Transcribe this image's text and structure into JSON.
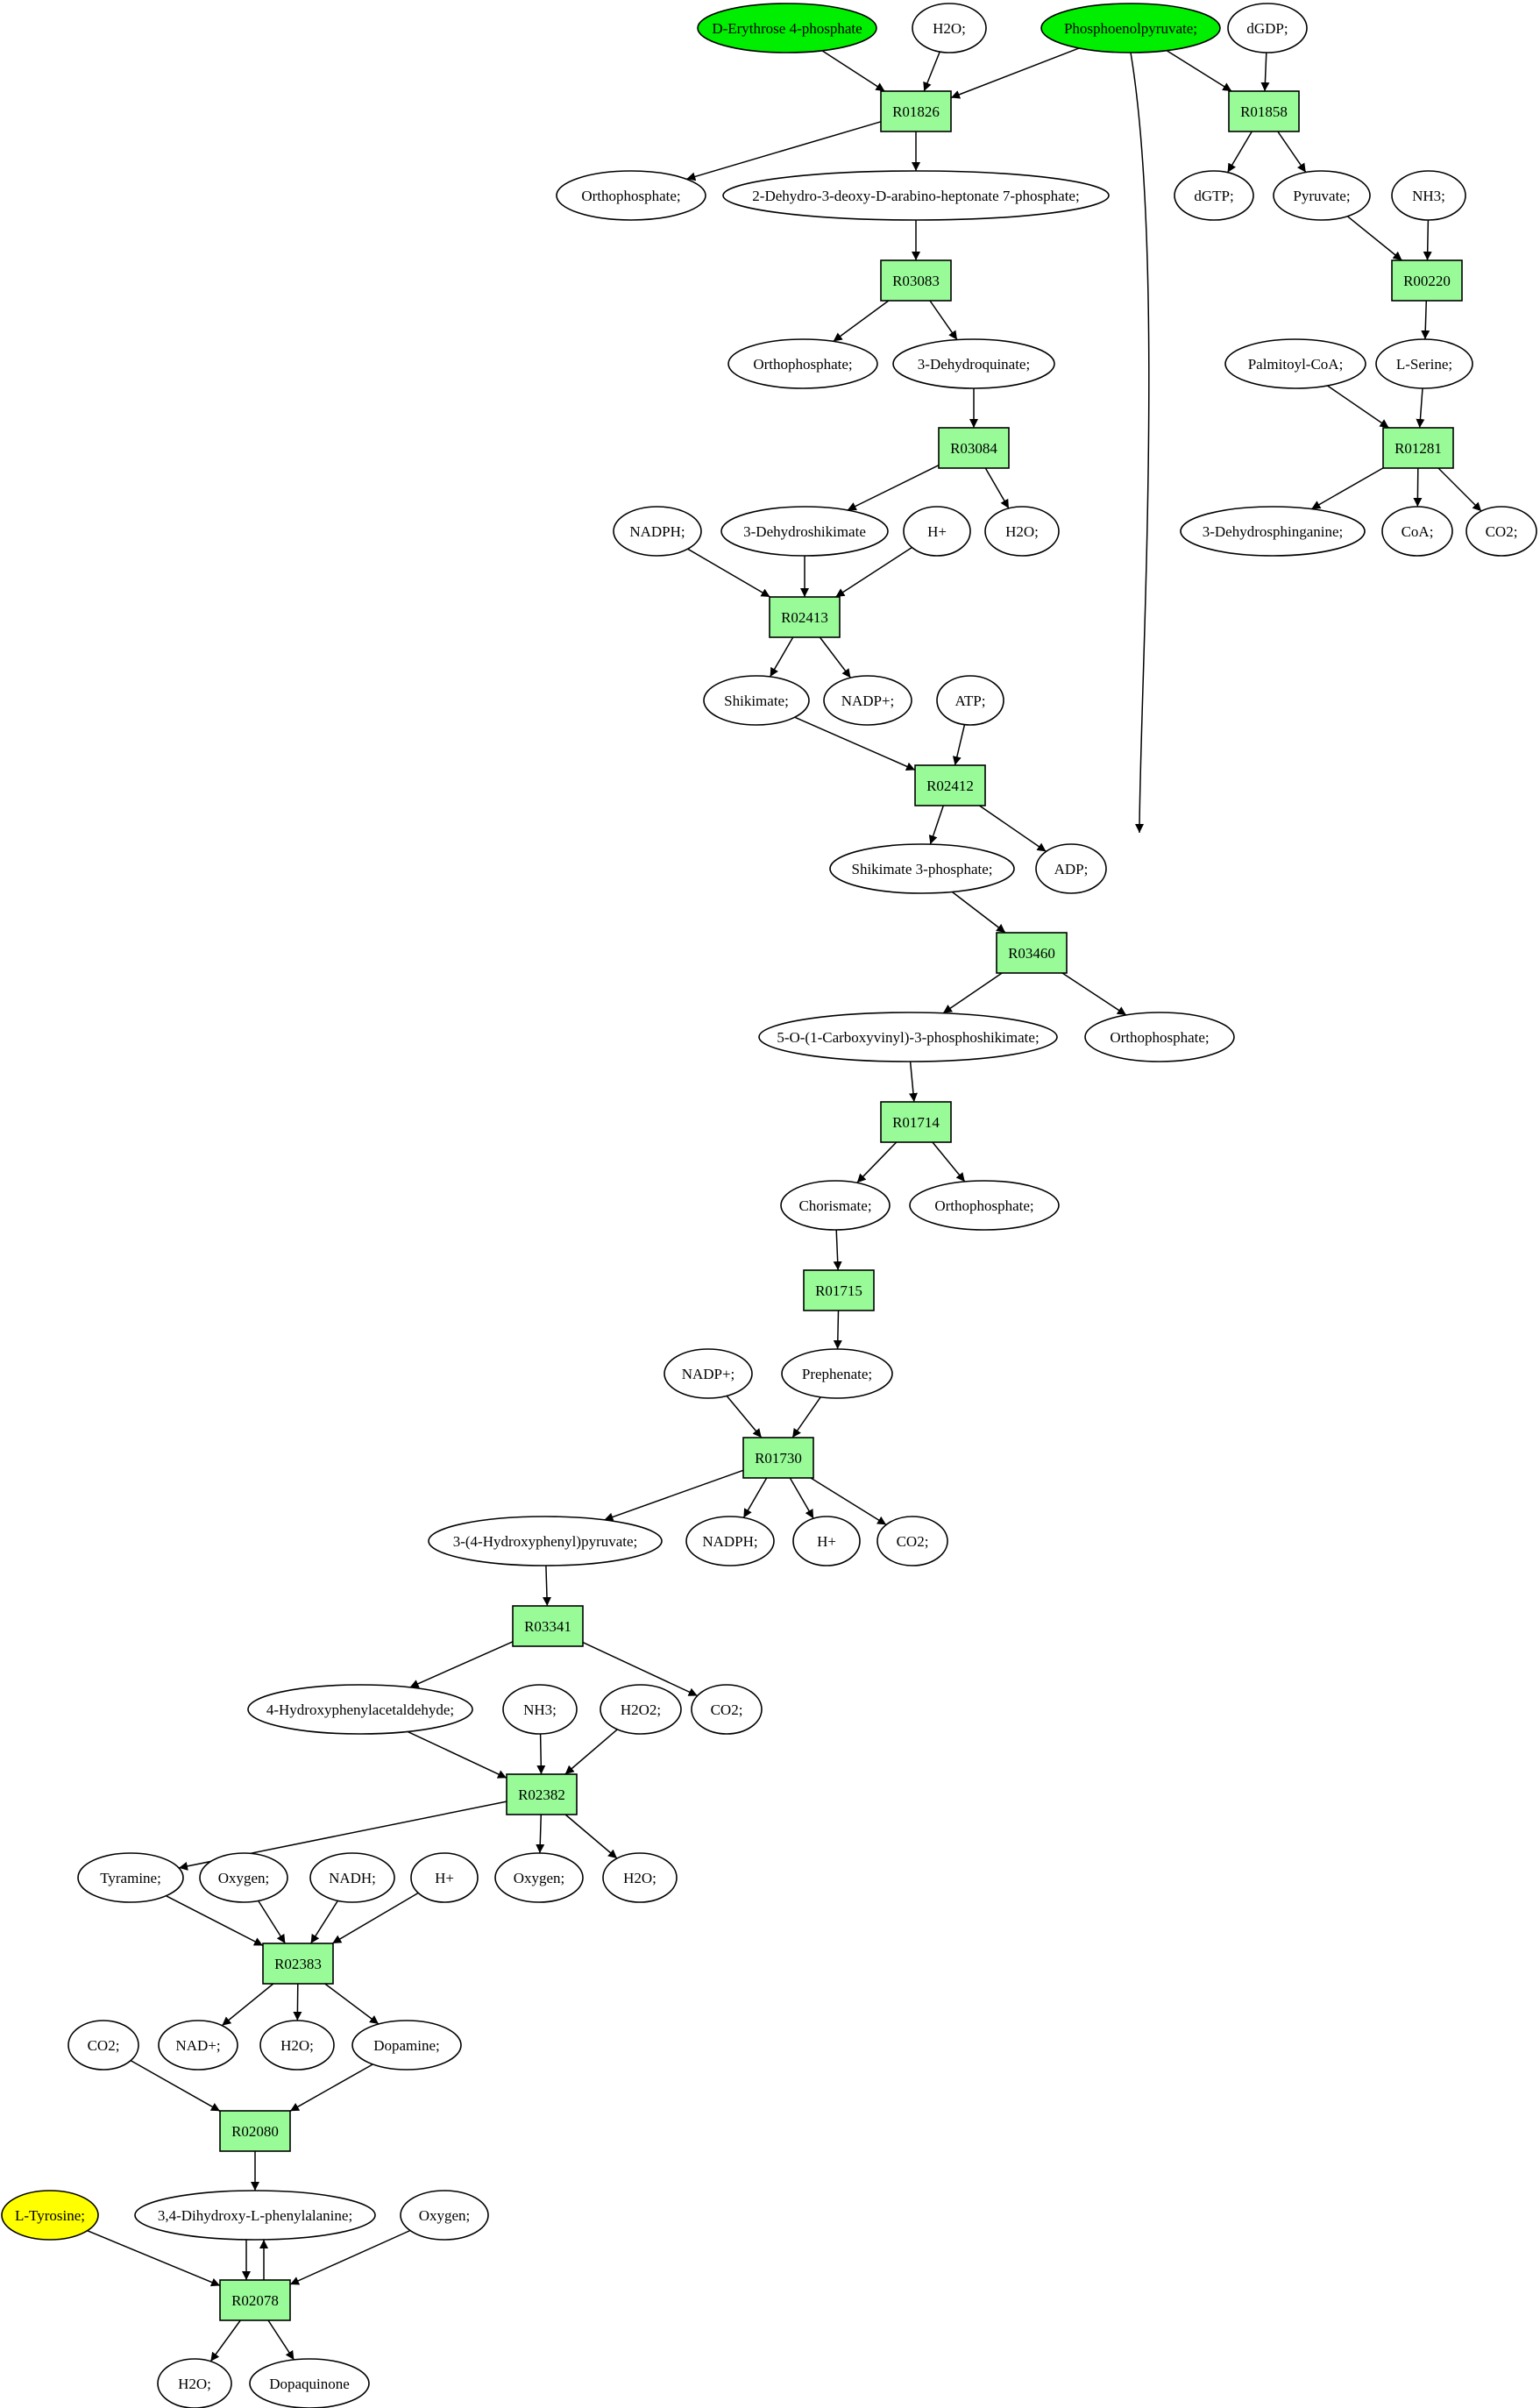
{
  "colors": {
    "reaction_fill": "#98fb98",
    "start_compound_fill": "#00ee00",
    "target_compound_fill": "#ffff00",
    "compound_fill": "#ffffff",
    "stroke": "#000000"
  },
  "reactions": [
    {
      "id": "r01826",
      "label": "R01826"
    },
    {
      "id": "r01858",
      "label": "R01858"
    },
    {
      "id": "r03083",
      "label": "R03083"
    },
    {
      "id": "r00220",
      "label": "R00220"
    },
    {
      "id": "r03084",
      "label": "R03084"
    },
    {
      "id": "r01281",
      "label": "R01281"
    },
    {
      "id": "r02413",
      "label": "R02413"
    },
    {
      "id": "r02412",
      "label": "R02412"
    },
    {
      "id": "r03460",
      "label": "R03460"
    },
    {
      "id": "r01714",
      "label": "R01714"
    },
    {
      "id": "r01715",
      "label": "R01715"
    },
    {
      "id": "r01730",
      "label": "R01730"
    },
    {
      "id": "r03341",
      "label": "R03341"
    },
    {
      "id": "r02382",
      "label": "R02382"
    },
    {
      "id": "r02383",
      "label": "R02383"
    },
    {
      "id": "r02080",
      "label": "R02080"
    },
    {
      "id": "r02078",
      "label": "R02078"
    }
  ],
  "compounds": [
    {
      "id": "e4p",
      "label": "D-Erythrose 4-phosphate",
      "highlight": "start"
    },
    {
      "id": "h2o_1",
      "label": "H2O;"
    },
    {
      "id": "pep",
      "label": "Phosphoenolpyruvate;",
      "highlight": "start"
    },
    {
      "id": "dgdp",
      "label": "dGDP;"
    },
    {
      "id": "pi_1",
      "label": "Orthophosphate;"
    },
    {
      "id": "dahp",
      "label": "2-Dehydro-3-deoxy-D-arabino-heptonate 7-phosphate;"
    },
    {
      "id": "dgtp",
      "label": "dGTP;"
    },
    {
      "id": "pyruvate",
      "label": "Pyruvate;"
    },
    {
      "id": "nh3_1",
      "label": "NH3;"
    },
    {
      "id": "pi_2",
      "label": "Orthophosphate;"
    },
    {
      "id": "dhq",
      "label": "3-Dehydroquinate;"
    },
    {
      "id": "palmitoyl",
      "label": "Palmitoyl-CoA;"
    },
    {
      "id": "serine",
      "label": "L-Serine;"
    },
    {
      "id": "nadph_1",
      "label": "NADPH;"
    },
    {
      "id": "dhs",
      "label": "3-Dehydroshikimate"
    },
    {
      "id": "hplus_1",
      "label": "H+"
    },
    {
      "id": "h2o_2",
      "label": "H2O;"
    },
    {
      "id": "dhsph",
      "label": "3-Dehydrosphinganine;"
    },
    {
      "id": "coa",
      "label": "CoA;"
    },
    {
      "id": "co2_1",
      "label": "CO2;"
    },
    {
      "id": "shikimate",
      "label": "Shikimate;"
    },
    {
      "id": "nadp_1",
      "label": "NADP+;"
    },
    {
      "id": "atp",
      "label": "ATP;"
    },
    {
      "id": "s3p",
      "label": "Shikimate 3-phosphate;"
    },
    {
      "id": "adp",
      "label": "ADP;"
    },
    {
      "id": "epsp",
      "label": "5-O-(1-Carboxyvinyl)-3-phosphoshikimate;"
    },
    {
      "id": "pi_3",
      "label": "Orthophosphate;"
    },
    {
      "id": "chorismate",
      "label": "Chorismate;"
    },
    {
      "id": "pi_4",
      "label": "Orthophosphate;"
    },
    {
      "id": "nadp_2",
      "label": "NADP+;"
    },
    {
      "id": "prephenate",
      "label": "Prephenate;"
    },
    {
      "id": "hpp",
      "label": "3-(4-Hydroxyphenyl)pyruvate;"
    },
    {
      "id": "nadph_2",
      "label": "NADPH;"
    },
    {
      "id": "hplus_2",
      "label": "H+"
    },
    {
      "id": "co2_2",
      "label": "CO2;"
    },
    {
      "id": "hpaa",
      "label": "4-Hydroxyphenylacetaldehyde;"
    },
    {
      "id": "nh3_2",
      "label": "NH3;"
    },
    {
      "id": "h2o2",
      "label": "H2O2;"
    },
    {
      "id": "co2_3",
      "label": "CO2;"
    },
    {
      "id": "tyramine",
      "label": "Tyramine;"
    },
    {
      "id": "oxygen_1",
      "label": "Oxygen;"
    },
    {
      "id": "nadh",
      "label": "NADH;"
    },
    {
      "id": "hplus_3",
      "label": "H+"
    },
    {
      "id": "oxygen_2",
      "label": "Oxygen;"
    },
    {
      "id": "h2o_3",
      "label": "H2O;"
    },
    {
      "id": "co2_4",
      "label": "CO2;"
    },
    {
      "id": "nad",
      "label": "NAD+;"
    },
    {
      "id": "h2o_4",
      "label": "H2O;"
    },
    {
      "id": "dopamine",
      "label": "Dopamine;"
    },
    {
      "id": "tyrosine",
      "label": "L-Tyrosine;",
      "highlight": "target"
    },
    {
      "id": "dopa",
      "label": "3,4-Dihydroxy-L-phenylalanine;"
    },
    {
      "id": "oxygen_3",
      "label": "Oxygen;"
    },
    {
      "id": "h2o_5",
      "label": "H2O;"
    },
    {
      "id": "dopaquinone",
      "label": "Dopaquinone"
    }
  ],
  "edges": [
    [
      "e4p",
      "r01826"
    ],
    [
      "h2o_1",
      "r01826"
    ],
    [
      "pep",
      "r01826"
    ],
    [
      "r01826",
      "pi_1"
    ],
    [
      "r01826",
      "dahp"
    ],
    [
      "pep",
      "r01858"
    ],
    [
      "dgdp",
      "r01858"
    ],
    [
      "r01858",
      "dgtp"
    ],
    [
      "r01858",
      "pyruvate"
    ],
    [
      "pyruvate",
      "r00220"
    ],
    [
      "nh3_1",
      "r00220"
    ],
    [
      "r00220",
      "serine"
    ],
    [
      "palmitoyl",
      "r01281"
    ],
    [
      "serine",
      "r01281"
    ],
    [
      "r01281",
      "dhsph"
    ],
    [
      "r01281",
      "coa"
    ],
    [
      "r01281",
      "co2_1"
    ],
    [
      "dahp",
      "r03083"
    ],
    [
      "r03083",
      "pi_2"
    ],
    [
      "r03083",
      "dhq"
    ],
    [
      "dhq",
      "r03084"
    ],
    [
      "r03084",
      "dhs"
    ],
    [
      "r03084",
      "h2o_2"
    ],
    [
      "nadph_1",
      "r02413"
    ],
    [
      "dhs",
      "r02413"
    ],
    [
      "hplus_1",
      "r02413"
    ],
    [
      "r02413",
      "shikimate"
    ],
    [
      "r02413",
      "nadp_1"
    ],
    [
      "shikimate",
      "r02412"
    ],
    [
      "atp",
      "r02412"
    ],
    [
      "r02412",
      "s3p"
    ],
    [
      "r02412",
      "adp"
    ],
    [
      "s3p",
      "r03460"
    ],
    [
      "pep",
      "r03460"
    ],
    [
      "r03460",
      "epsp"
    ],
    [
      "r03460",
      "pi_3"
    ],
    [
      "epsp",
      "r01714"
    ],
    [
      "r01714",
      "chorismate"
    ],
    [
      "r01714",
      "pi_4"
    ],
    [
      "chorismate",
      "r01715"
    ],
    [
      "r01715",
      "prephenate"
    ],
    [
      "nadp_2",
      "r01730"
    ],
    [
      "prephenate",
      "r01730"
    ],
    [
      "r01730",
      "hpp"
    ],
    [
      "r01730",
      "nadph_2"
    ],
    [
      "r01730",
      "hplus_2"
    ],
    [
      "r01730",
      "co2_2"
    ],
    [
      "hpp",
      "r03341"
    ],
    [
      "r03341",
      "hpaa"
    ],
    [
      "r03341",
      "co2_3"
    ],
    [
      "hpaa",
      "r02382"
    ],
    [
      "nh3_2",
      "r02382"
    ],
    [
      "h2o2",
      "r02382"
    ],
    [
      "r02382",
      "tyramine"
    ],
    [
      "r02382",
      "oxygen_2"
    ],
    [
      "r02382",
      "h2o_3"
    ],
    [
      "tyramine",
      "r02383"
    ],
    [
      "oxygen_1",
      "r02383"
    ],
    [
      "nadh",
      "r02383"
    ],
    [
      "hplus_3",
      "r02383"
    ],
    [
      "r02383",
      "nad"
    ],
    [
      "r02383",
      "h2o_4"
    ],
    [
      "r02383",
      "dopamine"
    ],
    [
      "co2_4",
      "r02080"
    ],
    [
      "dopamine",
      "r02080"
    ],
    [
      "r02080",
      "dopa"
    ],
    [
      "tyrosine",
      "r02078"
    ],
    [
      "dopa",
      "r02078"
    ],
    [
      "oxygen_3",
      "r02078"
    ],
    [
      "r02078",
      "dopa"
    ],
    [
      "r02078",
      "h2o_5"
    ],
    [
      "r02078",
      "dopaquinone"
    ]
  ]
}
